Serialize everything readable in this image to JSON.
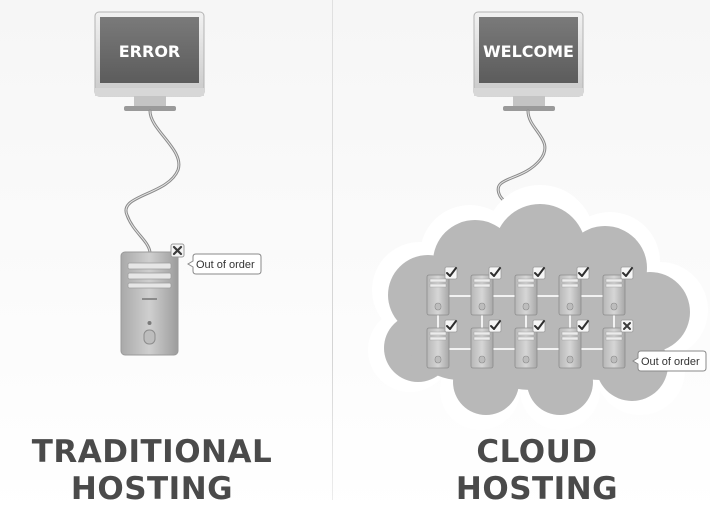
{
  "left": {
    "screen_text": "ERROR",
    "callout": "Out of order",
    "status_icon": "x-mark-icon",
    "title_line1": "TRADITIONAL",
    "title_line2": "HOSTING"
  },
  "right": {
    "screen_text": "WELCOME",
    "callout": "Out of order",
    "ok_icon": "checkmark-icon",
    "fail_icon": "x-mark-icon",
    "server_rows": 2,
    "servers_per_row": 5,
    "failed_server": "row 2, server 5",
    "title_line1": "CLOUD",
    "title_line2": "HOSTING"
  }
}
